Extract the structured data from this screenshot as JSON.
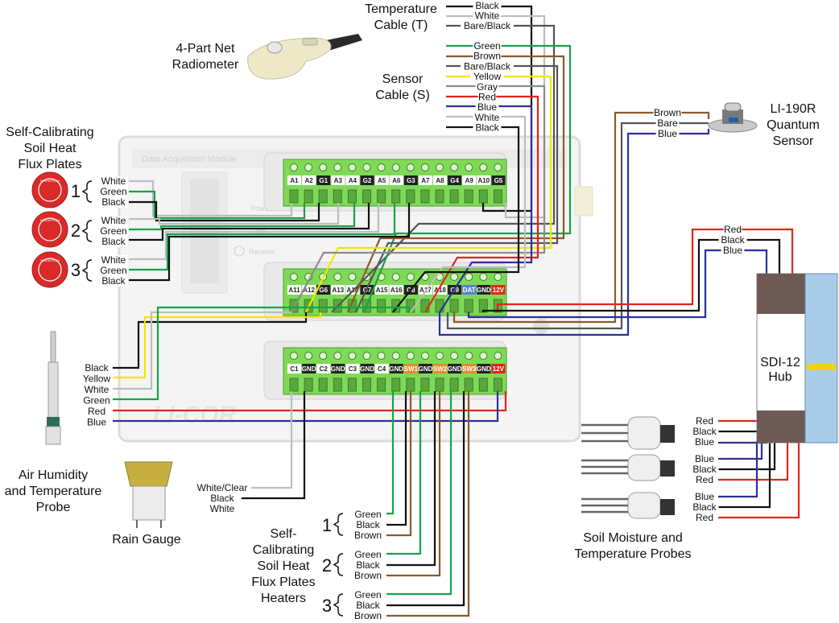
{
  "devices": {
    "temperature_cable": [
      "Temperature",
      "Cable (T)"
    ],
    "net_radiometer": [
      "4-Part Net",
      "Radiometer"
    ],
    "sensor_cable": [
      "Sensor",
      "Cable (S)"
    ],
    "heat_flux_plates": [
      "Self-Calibrating",
      "Soil Heat",
      "Flux Plates"
    ],
    "li190r": [
      "LI-190R",
      "Quantum",
      "Sensor"
    ],
    "sdi12_hub": [
      "SDI-12",
      "Hub"
    ],
    "air_probe": [
      "Air Humidity",
      "and Temperature",
      "Probe"
    ],
    "rain_gauge": "Rain Gauge",
    "heaters": [
      "Self-",
      "Calibrating",
      "Soil Heat",
      "Flux Plates",
      "Heaters"
    ],
    "soil_probes": [
      "Soil Moisture and",
      "Temperature Probes"
    ]
  },
  "module": {
    "title": "Data Acquisition Module",
    "logo": "LI-COR",
    "power": "Power",
    "fault": "Fault",
    "receive": "Receive",
    "sensor_logo": "HUKSEFLUX",
    "row1": [
      "A1",
      "A2",
      "G1",
      "A3",
      "A4",
      "G2",
      "A5",
      "A6",
      "G3",
      "A7",
      "A8",
      "G4",
      "A9",
      "A10",
      "G5"
    ],
    "row2": [
      "A11",
      "A12",
      "G6",
      "A13",
      "A14",
      "G7",
      "A15",
      "A16",
      "G8",
      "A17",
      "A18",
      "G9",
      "DAT",
      "GND",
      "12V"
    ],
    "row3": [
      "C1",
      "GND",
      "C2",
      "GND",
      "C3",
      "GND",
      "C4",
      "GND",
      "SW1",
      "GND",
      "SW2",
      "GND",
      "SW3",
      "GND",
      "12V"
    ]
  },
  "wires": {
    "temp_cable": [
      "Black",
      "White",
      "Bare/Black"
    ],
    "sensor_cable": [
      "Green",
      "Brown",
      "Bare/Black",
      "Yellow",
      "Gray",
      "Red",
      "Blue",
      "White",
      "Black"
    ],
    "li190r": [
      "Brown",
      "Bare",
      "Blue"
    ],
    "sdi_top": [
      "Red",
      "Black",
      "Blue"
    ],
    "plate1": [
      "White",
      "Green",
      "Black"
    ],
    "plate2": [
      "White",
      "Green",
      "Black"
    ],
    "plate3": [
      "White",
      "Green",
      "Black"
    ],
    "air_probe": [
      "Black",
      "Yellow",
      "White",
      "Green",
      "Red",
      "Blue"
    ],
    "rain_gauge": [
      "White/Clear",
      "Black",
      "White"
    ],
    "heater1": [
      "Green",
      "Black",
      "Brown"
    ],
    "heater2": [
      "Green",
      "Black",
      "Brown"
    ],
    "heater3": [
      "Green",
      "Black",
      "Brown"
    ],
    "probe1": [
      "Red",
      "Black",
      "Blue"
    ],
    "probe2": [
      "Blue",
      "Black",
      "Red"
    ],
    "probe3": [
      "Blue",
      "Black",
      "Red"
    ]
  },
  "numbers": [
    "1",
    "2",
    "3"
  ],
  "colors": {
    "terminal_green": "#7ed957",
    "wire_green": "#17a34a",
    "wire_brown": "#8b5a2b",
    "wire_yellow": "#f2e600",
    "wire_red": "#e3241b",
    "wire_blue": "#2b2f9a",
    "wire_gray": "#8c8c8c",
    "sw_orange": "#e38b2c"
  }
}
